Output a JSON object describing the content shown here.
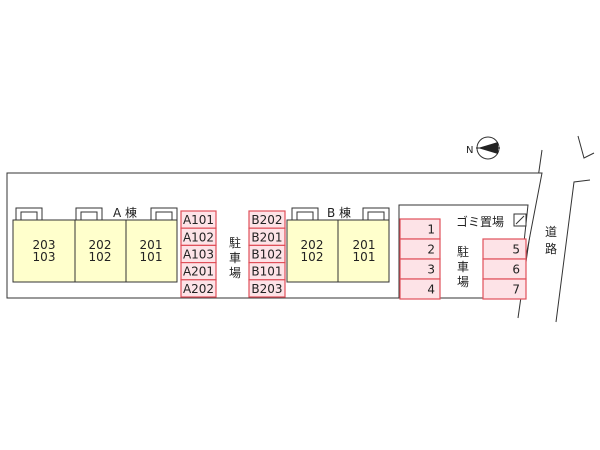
{
  "colors": {
    "building_fill": "#ffffcc",
    "stall_fill": "#fde3e7",
    "stall_stroke": "#e0505a",
    "line": "#333333"
  },
  "compass": {
    "letter": "N"
  },
  "road_label": [
    "道",
    "路"
  ],
  "garbage_label": "ゴミ置場",
  "building_a": {
    "label": "A 棟",
    "units": [
      {
        "top": "203",
        "bottom": "103"
      },
      {
        "top": "202",
        "bottom": "102"
      },
      {
        "top": "201",
        "bottom": "101"
      }
    ]
  },
  "building_b": {
    "label": "B 棟",
    "units": [
      {
        "top": "202",
        "bottom": "102"
      },
      {
        "top": "201",
        "bottom": "101"
      }
    ]
  },
  "parking_center": {
    "label": [
      "駐",
      "車",
      "場"
    ],
    "left": [
      "A101",
      "A102",
      "A103",
      "A201",
      "A202"
    ],
    "right": [
      "B202",
      "B201",
      "B102",
      "B101",
      "B203"
    ]
  },
  "parking_east": {
    "label": [
      "駐",
      "車",
      "場"
    ],
    "left": [
      "1",
      "2",
      "3",
      "4"
    ],
    "right": [
      "5",
      "6",
      "7"
    ]
  }
}
